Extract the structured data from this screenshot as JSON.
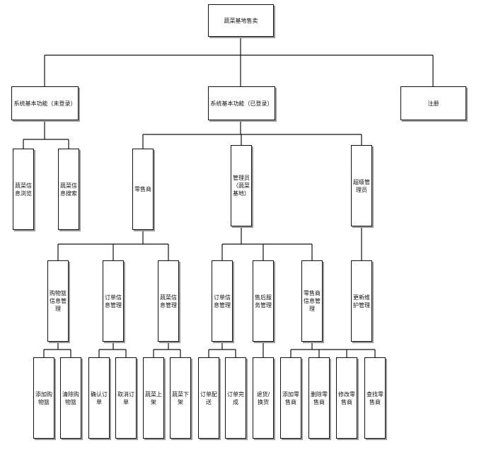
{
  "diagram": {
    "root": "蔬菜基地售卖",
    "level1": {
      "guest": "系统基本功能（未登录）",
      "member": "系统基本功能（已登录）",
      "register": "注册"
    },
    "guest_children": {
      "browse": "蔬菜信息浏览",
      "search": "蔬菜信息搜索"
    },
    "roles": {
      "retailer": "零售商",
      "admin": "管理员（蔬菜基地）",
      "super_admin": "超级管理员"
    },
    "retailer_modules": {
      "cart": "购物篮信息管理",
      "order": "订单信息管理",
      "veg": "蔬菜信息管理"
    },
    "admin_modules": {
      "order": "订单信息管理",
      "after_sale": "售后服务管理",
      "retailer_info": "零售商信息管理"
    },
    "super_modules": {
      "update": "更新维护管理"
    },
    "leaves": {
      "add_cart": "添加购物篮",
      "clear_cart": "清除购物篮",
      "confirm_order": "确认订单",
      "cancel_order": "取消订单",
      "veg_on": "蔬菜上架",
      "veg_off": "蔬菜下架",
      "order_deliver": "订单配送",
      "order_complete": "订单完成",
      "return_exchange": "退货/换货",
      "add_retailer": "添加零售商",
      "delete_retailer": "删除零售商",
      "modify_retailer": "修改零售商",
      "find_retailer": "查找零售商"
    }
  }
}
